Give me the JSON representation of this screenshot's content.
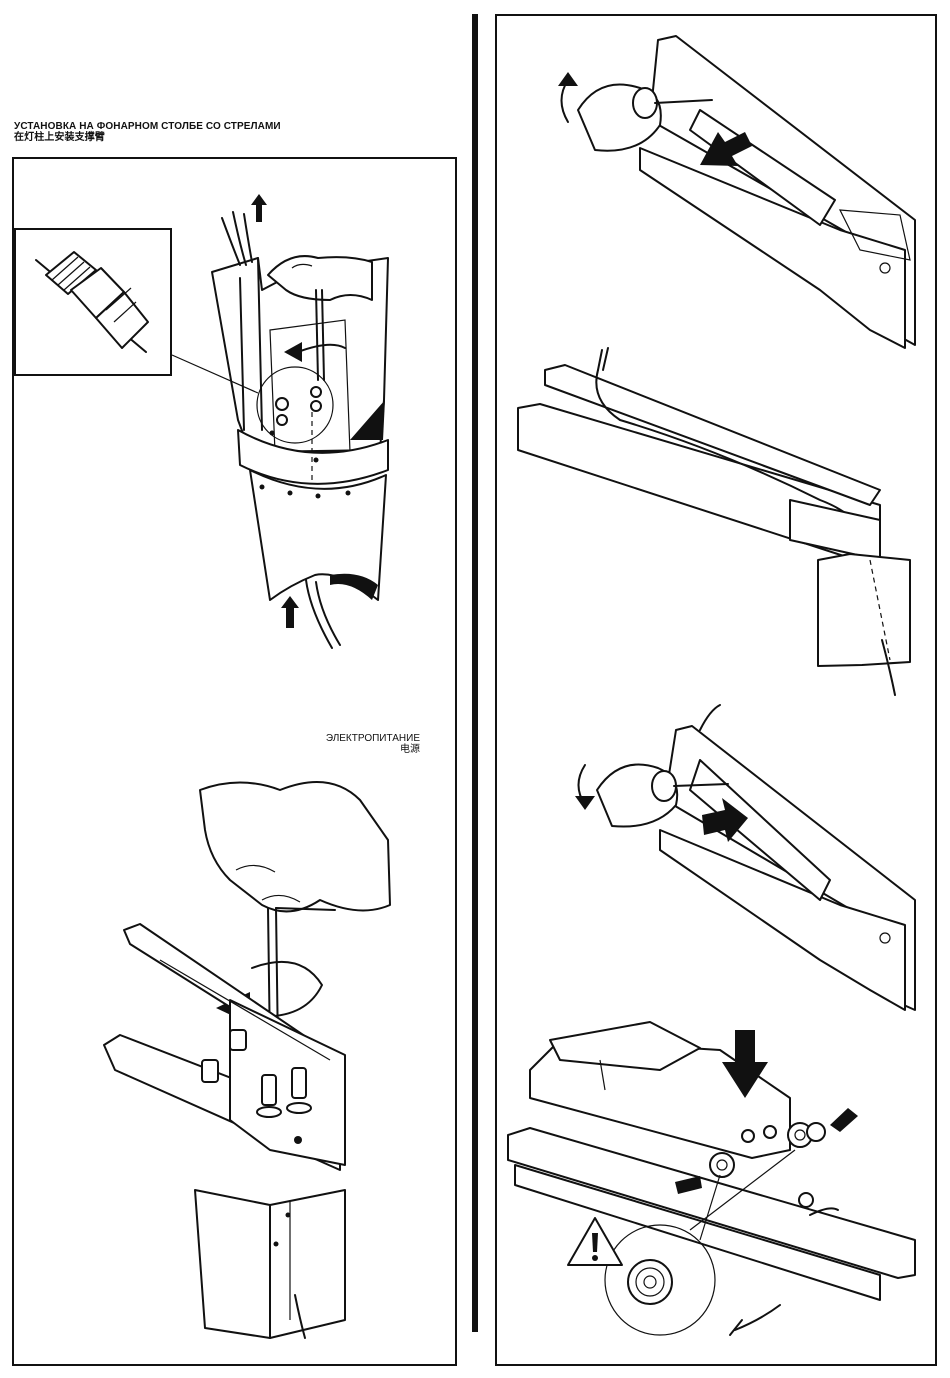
{
  "heading": {
    "line_ru": "УСТАНОВКА НА ФОНАРНОМ СТОЛБЕ СО СТРЕЛАМИ",
    "line_zh": "在灯柱上安装支撑臂"
  },
  "power_caption": {
    "line_ru": "ЭЛЕКТРОПИТАНИЕ",
    "line_zh": "电源"
  },
  "icons": [
    "cable-gland-icon",
    "hex-key-icon",
    "screwdriver-icon",
    "rotation-arrow-icon",
    "push-arrow-icon",
    "warning-triangle-icon",
    "serrated-washer-icon",
    "control-gear-box-icon"
  ],
  "colors": {
    "ink": "#111111",
    "paper": "#ffffff"
  }
}
